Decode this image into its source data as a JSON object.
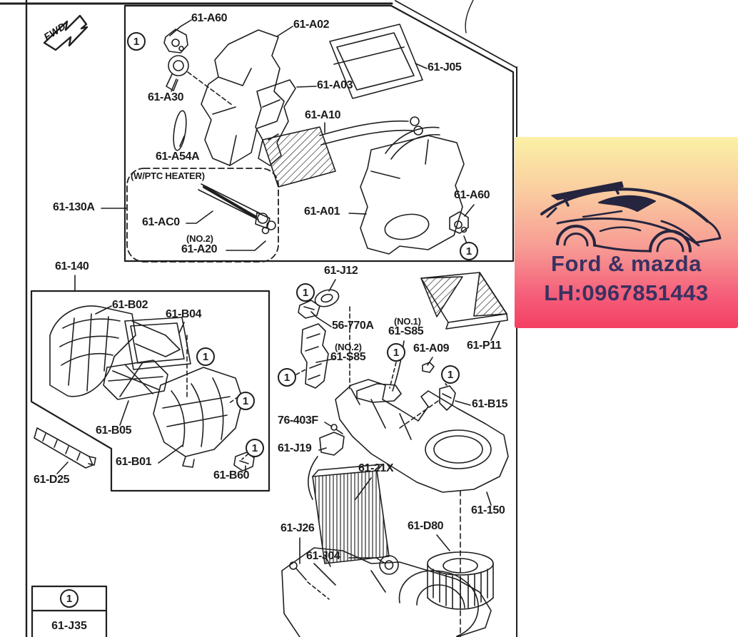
{
  "page": {
    "fwd_label": "FWD"
  },
  "callout_marker": "1",
  "labels": {
    "a60_top": "61-A60",
    "a02": "61-A02",
    "j05": "61-J05",
    "a30": "61-A30",
    "a03": "61-A03",
    "a10": "61-A10",
    "a54a": "61-A54A",
    "wptc": "(W/PTC HEATER)",
    "l130a": "61-130A",
    "ac0": "61-AC0",
    "no2_a": "(NO.2)",
    "a20": "61-A20",
    "a01": "61-A01",
    "a60_right": "61-A60",
    "l140": "61-140",
    "j12": "61-J12",
    "s770a": "56-770A",
    "no1": "(NO.1)",
    "s85_no1": "61-S85",
    "no2_b": "(NO.2)",
    "s85_no2": "61-S85",
    "a09": "61-A09",
    "p11": "61-P11",
    "b02": "61-B02",
    "b04": "61-B04",
    "b15": "61-B15",
    "b05": "61-B05",
    "b01": "61-B01",
    "b60": "61-B60",
    "d25": "61-D25",
    "l403f": "76-403F",
    "j19": "61-J19",
    "x21": "61-21X",
    "l150": "61-150",
    "j26": "61-J26",
    "d80": "61-D80",
    "j04": "61-J04"
  },
  "legend": {
    "marker": "1",
    "part": "61-J35"
  },
  "overlay": {
    "line1": "Ford & mazda",
    "line2": "LH:0967851443",
    "bg_top_color": "#FBF1A5",
    "bg_bottom_color": "#F43E62",
    "text_color": "#3A3160"
  }
}
